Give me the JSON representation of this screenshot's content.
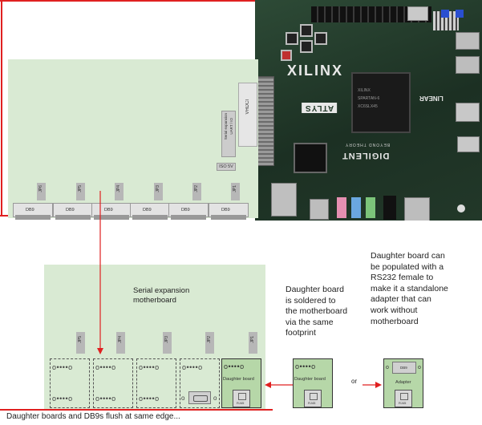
{
  "top_board": {
    "connector_label": "VHDCI",
    "board_note_line1": "Serial expansion",
    "board_note_line2": "UART / IO",
    "iso_label": "ISO 5V",
    "jumpers": [
      "JP6",
      "JP5",
      "JP4",
      "JP3",
      "JP2",
      "JP1"
    ],
    "db9_labels": [
      "DB9",
      "DB9",
      "DB9",
      "DB9",
      "DB9",
      "DB9"
    ]
  },
  "fpga_board": {
    "brand": "XILINX",
    "model_badge": "ATLYS",
    "maker": "DIGILENT",
    "maker_sub": "BEYOND THEORY",
    "chip_label_1": "XILINX",
    "chip_label_2": "SPARTAN-6",
    "chip_label_3": "XC6SLX45",
    "side_logo": "LINEAR"
  },
  "motherboard": {
    "title": "Serial expansion motherboard",
    "jumpers": [
      "JP5",
      "JP4",
      "JP3",
      "JP2",
      "JP1"
    ],
    "daughter_label": "Daughter board",
    "rj45_label": "RJ45"
  },
  "standalone_daughter": {
    "label": "Daughter board",
    "rj45_label": "RJ45"
  },
  "adapter": {
    "db9_label": "DB9",
    "label": "Adapter",
    "rj45_label": "RJ45"
  },
  "annotations": {
    "soldered_note": "Daughter board is soldered to the motherboard via the same footprint",
    "populated_note": "Daughter board can be populated with a RS232 female to make it a standalone adapter that can work without motherboard",
    "or_label": "or",
    "flush_note": "Daughter boards and DB9s flush at same edge..."
  },
  "colors": {
    "board_green": "#d9ead3",
    "red": "#e02020",
    "pcb": "#233a2a"
  }
}
